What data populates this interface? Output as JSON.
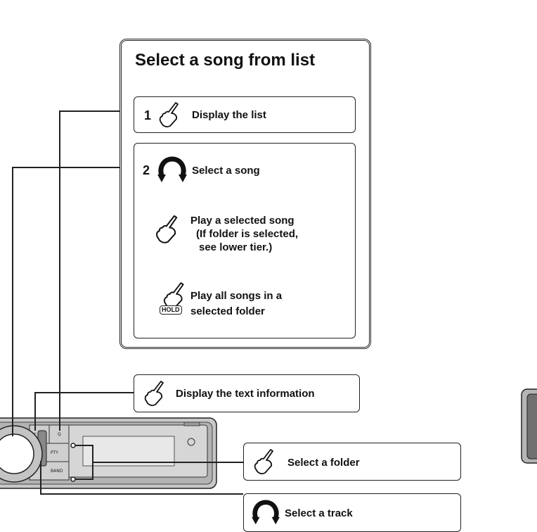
{
  "panel": {
    "title": "Select a song from list",
    "step1_number": "1",
    "step1_label": "Display the list",
    "step2_number": "2",
    "step2_label": "Select a song",
    "play_selected_label": "Play a selected song",
    "play_selected_note1": "(If folder is selected,",
    "play_selected_note2": "see lower tier.)",
    "play_all_label1": "Play all songs in a",
    "play_all_label2": "selected folder",
    "hold_badge": "HOLD"
  },
  "callouts": {
    "text_info": "Display the text information",
    "select_folder": "Select a folder",
    "select_track": "Select a track"
  },
  "device": {
    "btn_back": "↶",
    "btn_search": "Q",
    "btn_pty": "PTY",
    "btn_band": "BAND"
  },
  "icons": {
    "press": "hand-press-icon",
    "rotate": "rotate-knob-icon",
    "hold": "hold-press-icon"
  },
  "colors": {
    "line": "#222222",
    "device_body": "#bdbdbd",
    "device_dark": "#6f6f6f"
  }
}
